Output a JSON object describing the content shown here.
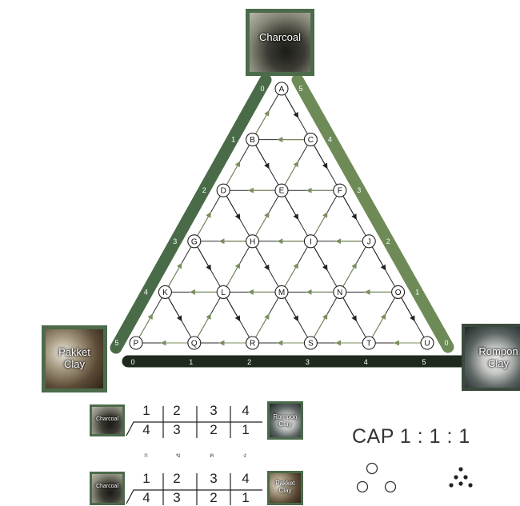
{
  "nodes": [
    "A",
    "B",
    "C",
    "D",
    "E",
    "F",
    "G",
    "H",
    "I",
    "J",
    "K",
    "L",
    "M",
    "N",
    "O",
    "P",
    "Q",
    "R",
    "S",
    "T",
    "U"
  ],
  "left_scale": [
    "0",
    "1",
    "2",
    "3",
    "4",
    "5"
  ],
  "right_scale": [
    "5",
    "4",
    "3",
    "2",
    "1",
    "0"
  ],
  "bottom_scale": [
    "0",
    "1",
    "2",
    "3",
    "4",
    "5"
  ],
  "photos": {
    "charcoal": "Charcoal",
    "pakket": "Pakket\nClay",
    "rompon": "Rompon\nClay"
  },
  "fraction_table_1": {
    "left_photo": "Charcoal",
    "right_photo": "Rompon\nClay",
    "top": [
      "1",
      "2",
      "3",
      "4"
    ],
    "bottom": [
      "4",
      "3",
      "2",
      "1"
    ],
    "thai_labels": [
      "ก",
      "ข",
      "ค",
      "ง"
    ]
  },
  "fraction_table_2": {
    "left_photo": "Charcoal",
    "right_photo": "Pakket\nClay",
    "top": [
      "1",
      "2",
      "3",
      "4"
    ],
    "bottom": [
      "4",
      "3",
      "2",
      "1"
    ]
  },
  "cap": {
    "label": "CAP 1 : 1 : 1"
  },
  "colors": {
    "left_band": "#4a6b48",
    "right_band": "#6e8b57",
    "bottom_band": "#1e2a1e",
    "arrow_green": "#7b8e5e",
    "arrow_dark": "#222222"
  }
}
